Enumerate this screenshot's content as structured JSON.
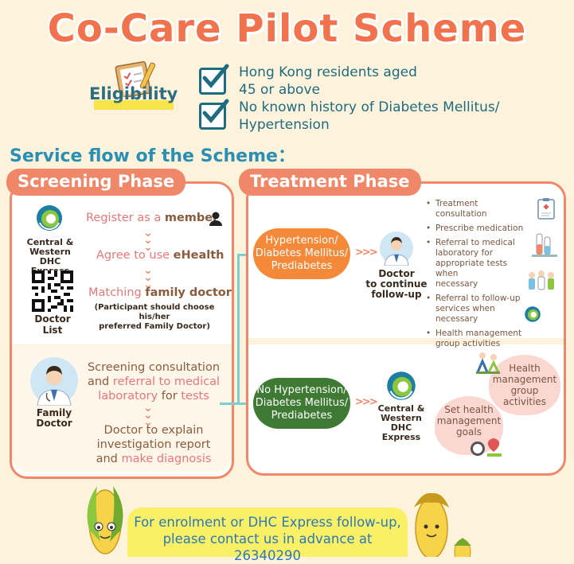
{
  "title": "Co-Care Pilot Scheme",
  "eligibility": {
    "label": "Eligibility",
    "items": [
      {
        "line1": "Hong Kong residents aged",
        "line2": "45 or above"
      },
      {
        "line1": "No known history of Diabetes Mellitus/",
        "line2": "Hypertension"
      }
    ]
  },
  "service_flow_title": "Service flow of the Scheme：",
  "screening": {
    "label": "Screening Phase",
    "dhc_name": [
      "Central &",
      "Western",
      "DHC Express"
    ],
    "doctor_list_label": "Doctor List",
    "steps": [
      {
        "a": "Register as a ",
        "b": "member"
      },
      {
        "a": "Agree to use ",
        "b": "eHealth"
      },
      {
        "a": "Matching ",
        "b": "family doctor"
      }
    ],
    "note": [
      "(Participant should choose his/her",
      "preferred Family Doctor)"
    ],
    "family_doctor_label": [
      "Family",
      "Doctor"
    ],
    "consult": {
      "l1": "Screening consultation",
      "l2a": "and ",
      "l2b": "referral",
      "l2c": " to medical",
      "l3a": "laboratory ",
      "l3b": "for ",
      "l3c": "tests"
    },
    "explain": {
      "l1": "Doctor to explain",
      "l2": "investigation report",
      "l3a": "and ",
      "l3b": "make diagnosis"
    }
  },
  "treatment": {
    "label": "Treatment Phase",
    "positive": {
      "lines": [
        "Hypertension/",
        "Diabetes Mellitus/",
        "Prediabetes"
      ]
    },
    "doctor_label": [
      "Doctor",
      "to continue",
      "follow-up"
    ],
    "bullets": [
      [
        "Treatment consultation"
      ],
      [
        "Prescribe medication"
      ],
      [
        "Referral to medical",
        "laboratory for",
        "appropriate tests when",
        "necessary"
      ],
      [
        "Referral to follow-up",
        "services when",
        "necessary"
      ],
      [
        "Health management",
        "group activities"
      ]
    ],
    "negative": {
      "lines": [
        "No Hypertension/",
        "Diabetes Mellitus/",
        "Prediabetes"
      ]
    },
    "dhc_name": [
      "Central &",
      "Western",
      "DHC Express"
    ],
    "heart1": [
      "Health",
      "management",
      "group",
      "activities"
    ],
    "heart2": [
      "Set health",
      "management",
      "goals"
    ]
  },
  "contact": {
    "line1": "For enrolment or DHC Express follow-up,",
    "line2": "please contact us in advance at 26340290"
  },
  "colors": {
    "accent": "#f08769",
    "title": "#f1734e",
    "teal": "#1f6b7f",
    "blue": "#2a8fb2",
    "orange_oval": "#f4893a",
    "green_oval": "#3f7a34"
  }
}
